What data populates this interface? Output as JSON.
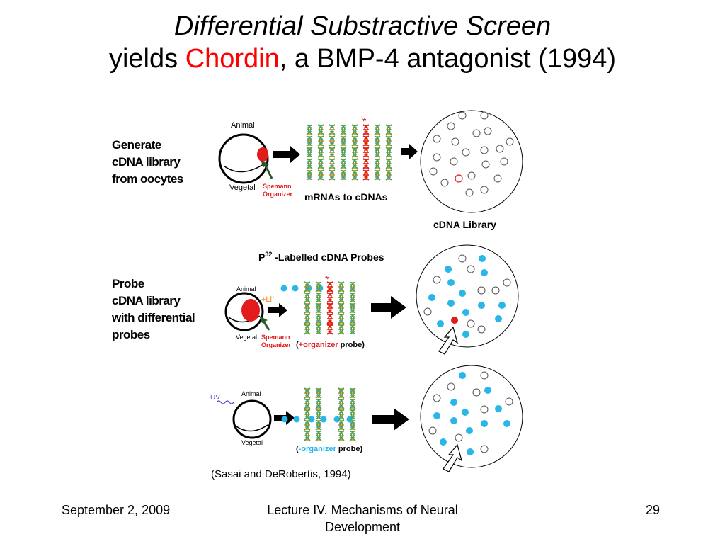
{
  "slide": {
    "title_line1": "Differential Substractive Screen",
    "title_line2_pre": "yields ",
    "title_line2_highlight": "Chordin",
    "title_line2_post": ", a BMP-4 antagonist (1994)",
    "highlight_color": "#ff0000"
  },
  "steps": [
    {
      "lines": [
        "Generate",
        "cDNA library",
        "from oocytes"
      ]
    },
    {
      "lines": [
        "Probe",
        "cDNA library",
        "with differential",
        "probes"
      ]
    }
  ],
  "diagram": {
    "animal": "Animal",
    "vegetal": "Vegetal",
    "spemann": "Spemann",
    "organizer": "Organizer",
    "mrnas_to_cdnas": "mRNAs to cDNAs",
    "cdna_library": "cDNA Library",
    "probes_prefix": "P",
    "probes_sup": "32",
    "probes_suffix": " -Labelled cDNA Probes",
    "li_prefix": "+Li",
    "li_sup": "+",
    "uv": "UV",
    "plus_org_open": "(",
    "plus_org_colored": "+organizer",
    "plus_org_close": " probe)",
    "minus_org_open": "(",
    "minus_org_colored": "-organizer",
    "minus_org_close": " probe)",
    "asterisk": "*",
    "citation": "(Sasai and DeRobertis, 1994)",
    "colors": {
      "organizer_red": "#e31b1b",
      "probe_blue": "#29b6e8",
      "uv_purple": "#5a4bd1",
      "dna_orange": "#f08a1c",
      "dna_green": "#4aa64a",
      "dna_blue": "#5a9bd5",
      "arrow_green": "#2a5a2a"
    }
  },
  "footer": {
    "date": "September 2, 2009",
    "course_line1": "Lecture IV. Mechanisms of Neural",
    "course_line2": "Development",
    "page": "29"
  }
}
